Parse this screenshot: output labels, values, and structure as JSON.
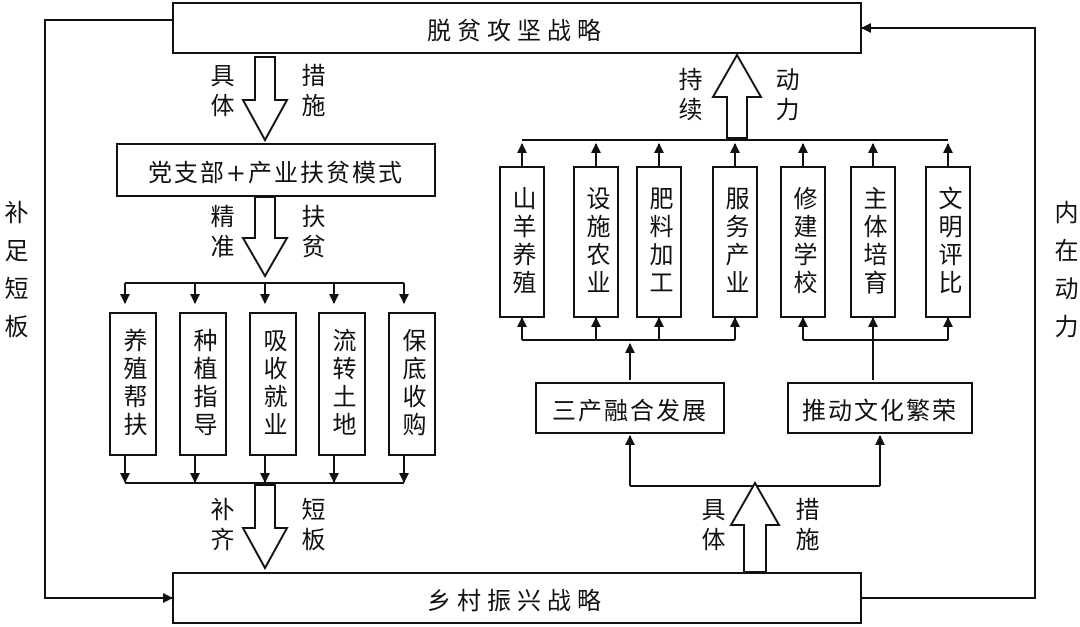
{
  "top_box": "脱贫攻坚战略",
  "bottom_box": "乡村振兴战略",
  "party_box": "党支部+产业扶贫模式",
  "left_arrow_top": {
    "left": "具体",
    "right": "措施"
  },
  "left_arrow_mid": {
    "left": "精准",
    "right": "扶贫"
  },
  "left_arrow_bottom": {
    "left": "补齐",
    "right": "短板"
  },
  "left_items": [
    "养殖帮扶",
    "种植指导",
    "吸收就业",
    "流转土地",
    "保底收购"
  ],
  "right_arrow_top": {
    "left": "持续",
    "right": "动力"
  },
  "right_arrow_bottom": {
    "left": "具体",
    "right": "措施"
  },
  "right_items": [
    "山羊养殖",
    "设施农业",
    "肥料加工",
    "服务产业",
    "修建学校",
    "主体培育",
    "文明评比"
  ],
  "fusion_box": "三产融合发展",
  "culture_box": "推动文化繁荣",
  "left_side_label": "补足短板",
  "right_side_label": "内在动力"
}
